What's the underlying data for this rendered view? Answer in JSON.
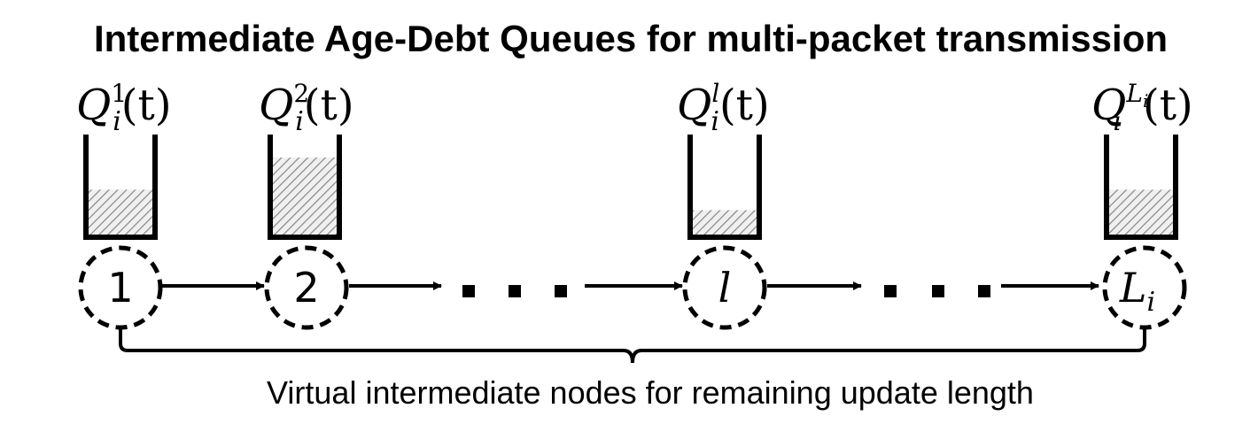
{
  "title": "Intermediate Age-Debt Queues for multi-packet transmission",
  "caption": "Virtual intermediate nodes for remaining update length",
  "queues": [
    {
      "base": "Q",
      "sup": "1",
      "sub": "i",
      "arg": "(t)",
      "fill_fraction": 0.47
    },
    {
      "base": "Q",
      "sup": "2",
      "sub": "i",
      "arg": "(t)",
      "fill_fraction": 0.8
    },
    {
      "base": "Q",
      "sup": "l",
      "sub": "i",
      "arg": "(t)",
      "fill_fraction": 0.26
    },
    {
      "base": "Q",
      "sup": "L",
      "sup_sub": "i",
      "sub": "i",
      "arg": "(t)",
      "fill_fraction": 0.47
    }
  ],
  "nodes": [
    {
      "label": "1"
    },
    {
      "label": "2"
    },
    {
      "label": "l"
    },
    {
      "label": "L",
      "label_sub": "i"
    }
  ],
  "ellipsis": "· · ·"
}
